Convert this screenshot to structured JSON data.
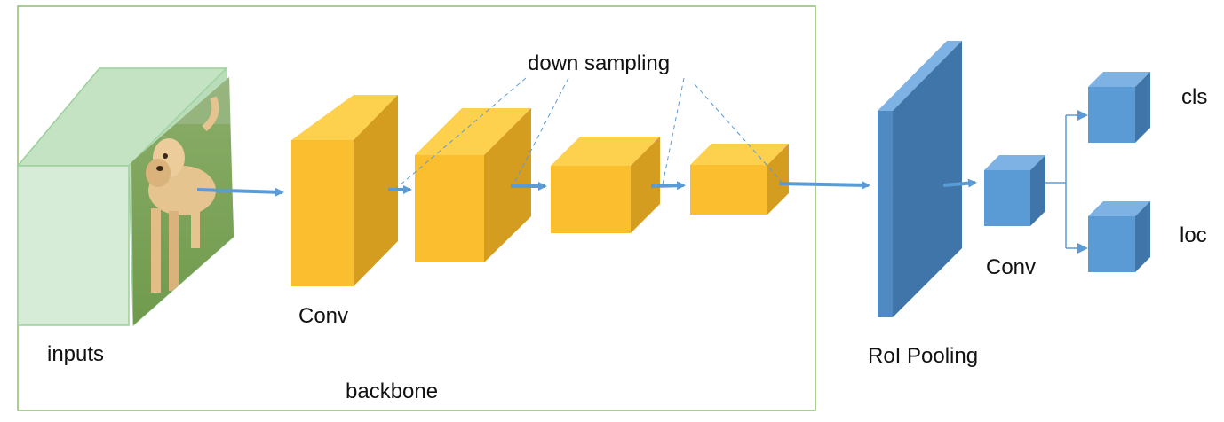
{
  "labels": {
    "inputs": "inputs",
    "backbone": "backbone",
    "conv_backbone": "Conv",
    "down_sampling": "down sampling",
    "roi_pooling": "RoI Pooling",
    "conv_head": "Conv",
    "cls": "cls",
    "loc": "loc"
  },
  "colors": {
    "backbone_border": "#8bbf6a",
    "input_face": "#d6ecd6",
    "input_top": "#c3e3c3",
    "input_border": "#9ccf9c",
    "feature_front": "#fbbe2e",
    "feature_top": "#fdd04e",
    "feature_side": "#d49d1f",
    "head_front": "#5b9bd5",
    "head_top": "#7fb2e4",
    "head_side": "#3f75a8",
    "arrow": "#5b9bd5",
    "dashed": "#5b9bd5"
  },
  "icons": {
    "input_image": "dog-photo-image"
  }
}
